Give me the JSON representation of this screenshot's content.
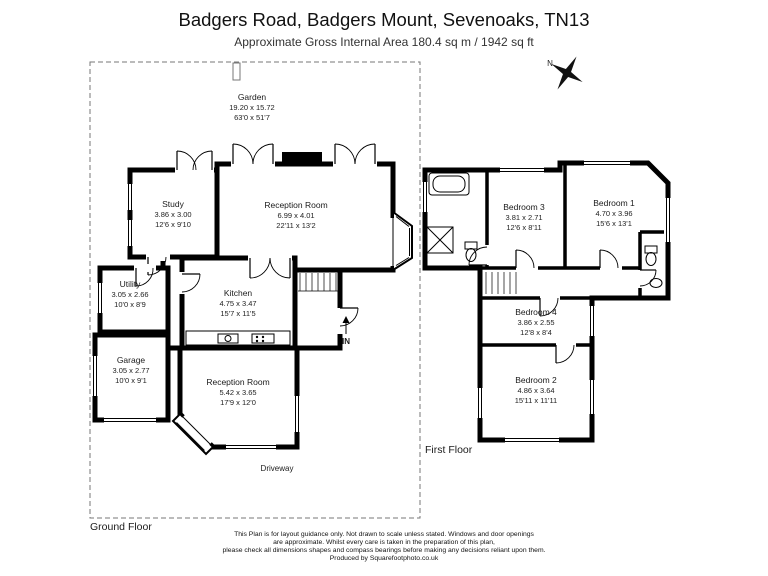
{
  "header": {
    "title": "Badgers Road, Badgers Mount, Sevenoaks, TN13",
    "subtitle": "Approximate Gross Internal Area 180.4 sq m / 1942 sq ft"
  },
  "compass": {
    "north_label": "N"
  },
  "ground_floor": {
    "label": "Ground Floor",
    "driveway_label": "Driveway",
    "entrance_label": "IN",
    "garden": {
      "name": "Garden",
      "metric": "19.20 x 15.72",
      "imperial": "63'0 x 51'7"
    },
    "rooms": {
      "study": {
        "name": "Study",
        "metric": "3.86 x 3.00",
        "imperial": "12'6 x 9'10"
      },
      "reception_room_1": {
        "name": "Reception Room",
        "metric": "6.99 x 4.01",
        "imperial": "22'11 x 13'2"
      },
      "utility": {
        "name": "Utility",
        "metric": "3.05 x 2.66",
        "imperial": "10'0 x 8'9"
      },
      "kitchen": {
        "name": "Kitchen",
        "metric": "4.75 x 3.47",
        "imperial": "15'7 x 11'5"
      },
      "garage": {
        "name": "Garage",
        "metric": "3.05 x 2.77",
        "imperial": "10'0 x 9'1"
      },
      "reception_room_2": {
        "name": "Reception Room",
        "metric": "5.42 x 3.65",
        "imperial": "17'9 x 12'0"
      }
    }
  },
  "first_floor": {
    "label": "First Floor",
    "rooms": {
      "bedroom_1": {
        "name": "Bedroom 1",
        "metric": "4.70 x 3.96",
        "imperial": "15'6 x 13'1"
      },
      "bedroom_2": {
        "name": "Bedroom 2",
        "metric": "4.86 x 3.64",
        "imperial": "15'11 x 11'11"
      },
      "bedroom_3": {
        "name": "Bedroom 3",
        "metric": "3.81 x 2.71",
        "imperial": "12'6 x 8'11"
      },
      "bedroom_4": {
        "name": "Bedroom 4",
        "metric": "3.86 x 2.55",
        "imperial": "12'8 x 8'4"
      }
    }
  },
  "footer": {
    "line1": "This Plan is for layout guidance only. Not drawn to scale unless stated. Windows and door openings",
    "line2": "are approximate. Whilst every care is taken in the preparation of this plan,",
    "line3": "please check all dimensions shapes and compass bearings before making any decisions reliant upon them.",
    "line4": "Produced by Squarefootphoto.co.uk"
  },
  "colors": {
    "wall": "#000000",
    "background": "#ffffff",
    "text": "#1b1b1b",
    "boundary_dash": "#777777"
  }
}
